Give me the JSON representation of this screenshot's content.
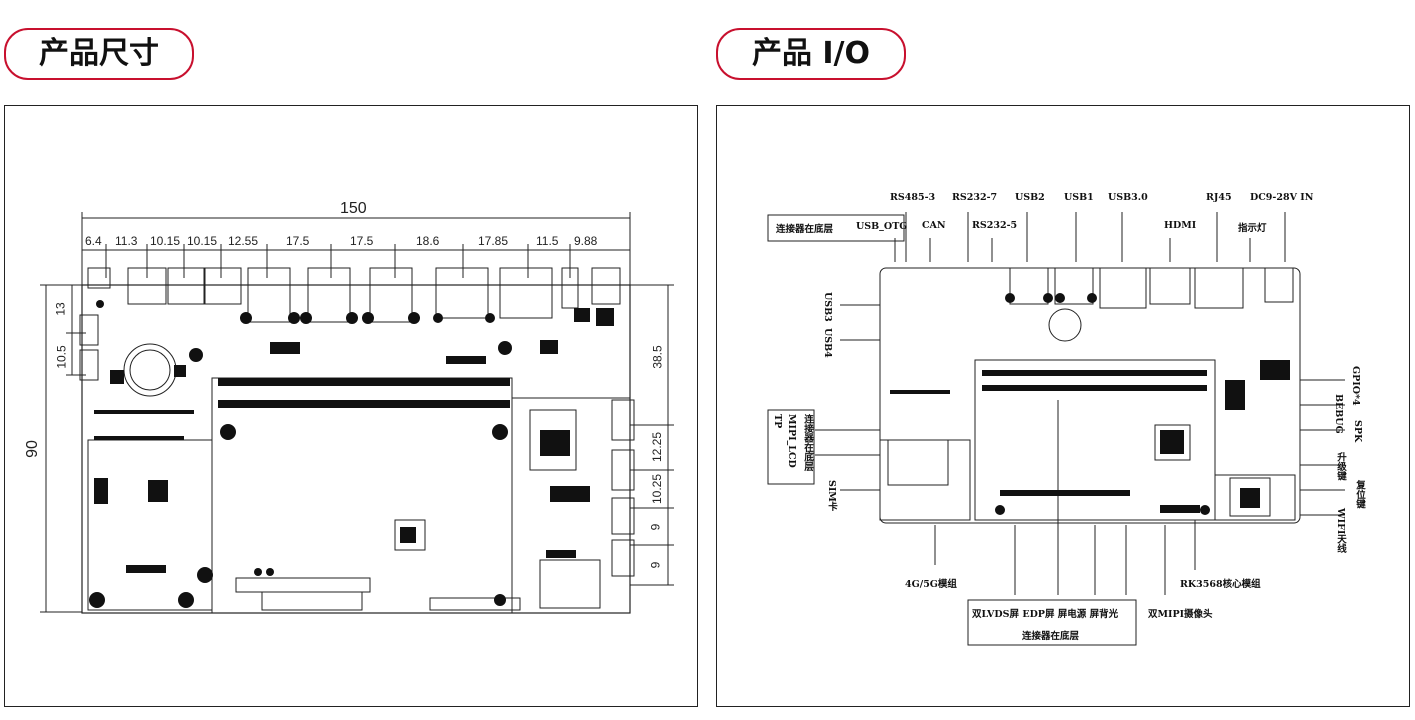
{
  "headers": {
    "left": "产品尺寸",
    "right": "产品 I/O"
  },
  "dimensions": {
    "overall_width": "150",
    "overall_height": "90",
    "top_segments": [
      "6.4",
      "11.3",
      "10.15",
      "10.15",
      "12.55",
      "17.5",
      "17.5",
      "18.6",
      "17.85",
      "11.5",
      "9.88"
    ],
    "left_segments": [
      "13",
      "10.5"
    ],
    "right_segments": [
      "38.5",
      "12.25",
      "10.25",
      "9",
      "9"
    ]
  },
  "io_labels": {
    "top": [
      "RS485-3",
      "RS232-7",
      "USB2",
      "USB1",
      "USB3.0",
      "RJ45",
      "DC9-28V IN",
      "CAN",
      "RS232-5",
      "HDMI",
      "指示灯"
    ],
    "top_left_box": "连接器在底层",
    "usb_otg": "USB_OTG",
    "left": [
      "USB3",
      "USB4"
    ],
    "left_box": [
      "TP",
      "MIPI_LCD",
      "连接器在底层"
    ],
    "sim": "SIM卡",
    "right": [
      "GPIO*4",
      "BEBUG",
      "SPK",
      "升级键",
      "复位键",
      "WIFI天线"
    ],
    "bottom": [
      "4G/5G模组",
      "RK3568核心模组"
    ],
    "bottom_box_top": "双LVDS屏  EDP屏  屏电源  屏背光",
    "bottom_box_bottom": "连接器在底层",
    "camera": "双MIPI摄像头"
  },
  "colors": {
    "accent": "#c8102e"
  }
}
